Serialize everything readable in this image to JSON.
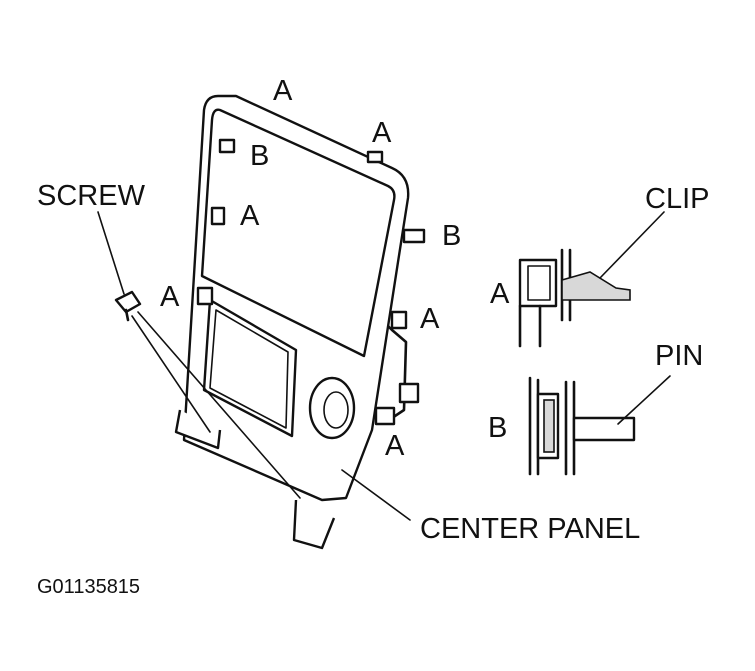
{
  "diagram": {
    "labels": {
      "top_a1": "A",
      "top_a2": "A",
      "inner_b": "B",
      "inner_a_left": "A",
      "right_b": "B",
      "left_a": "A",
      "right_a": "A",
      "bottom_a": "A",
      "screw": "SCREW",
      "center_panel": "CENTER PANEL",
      "clip": "CLIP",
      "pin": "PIN",
      "detail_a": "A",
      "detail_b": "B"
    },
    "figure_id": "G01135815"
  }
}
